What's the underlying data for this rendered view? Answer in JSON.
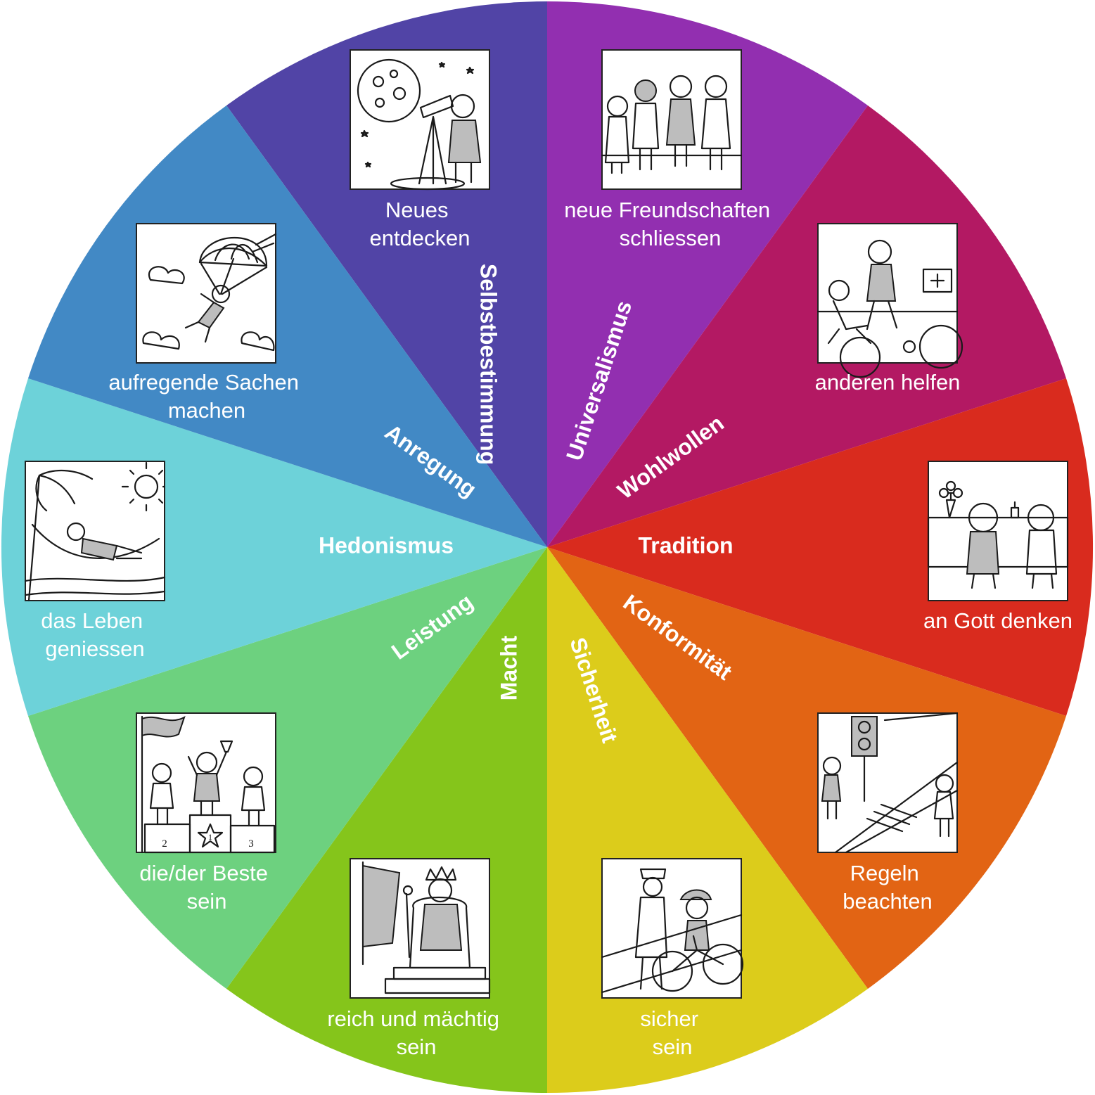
{
  "segments": [
    {
      "id": "selbstbestimmung",
      "value": "Selbstbestimmung",
      "color": "#5144a6"
    },
    {
      "id": "universalismus",
      "value": "Universalismus",
      "color": "#922fb0"
    },
    {
      "id": "wohlwollen",
      "value": "Wohlwollen",
      "color": "#b31963"
    },
    {
      "id": "tradition",
      "value": "Tradition",
      "color": "#d92b1e"
    },
    {
      "id": "konformitaet",
      "value": "Konformität",
      "color": "#e26414"
    },
    {
      "id": "sicherheit",
      "value": "Sicherheit",
      "color": "#dccc1b"
    },
    {
      "id": "macht",
      "value": "Macht",
      "color": "#85c51b"
    },
    {
      "id": "leistung",
      "value": "Leistung",
      "color": "#6dd17f"
    },
    {
      "id": "hedonismus",
      "value": "Hedonismus",
      "color": "#6dd2d9"
    },
    {
      "id": "anregung",
      "value": "Anregung",
      "color": "#4289c5"
    }
  ],
  "pictures": [
    {
      "id": "neues-entdecken",
      "caption": [
        "Neues",
        "entdecken"
      ],
      "icon": "telescope-stars-icon"
    },
    {
      "id": "freundschaften",
      "caption": [
        "neue Freundschaften",
        "schliessen"
      ],
      "icon": "group-of-children-icon"
    },
    {
      "id": "helfen",
      "caption": [
        "anderen helfen"
      ],
      "icon": "first-aid-helping-icon"
    },
    {
      "id": "gott",
      "caption": [
        "an Gott denken"
      ],
      "icon": "altar-candle-prayer-icon"
    },
    {
      "id": "regeln",
      "caption": [
        "Regeln",
        "beachten"
      ],
      "icon": "traffic-light-crossing-icon"
    },
    {
      "id": "sicher",
      "caption": [
        "sicher",
        "sein"
      ],
      "icon": "bike-helmet-police-icon"
    },
    {
      "id": "reich",
      "caption": [
        "reich und mächtig",
        "sein"
      ],
      "icon": "king-throne-icon"
    },
    {
      "id": "beste",
      "caption": [
        "die/der Beste",
        "sein"
      ],
      "icon": "winner-podium-icon"
    },
    {
      "id": "leben",
      "caption": [
        "das Leben",
        "geniessen"
      ],
      "icon": "hammock-sun-icon"
    },
    {
      "id": "aufregend",
      "caption": [
        "aufregende Sachen",
        "machen"
      ],
      "icon": "parachute-icon"
    }
  ],
  "podium_numbers": [
    "2",
    "1",
    "3"
  ]
}
